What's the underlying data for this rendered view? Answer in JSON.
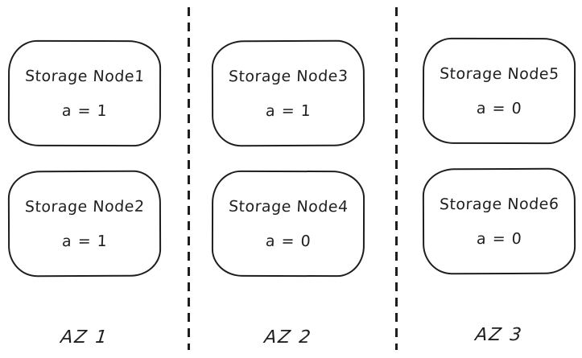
{
  "diagram": {
    "colors": {
      "stroke": "#1e1e1e",
      "background": "#ffffff"
    },
    "zones": [
      {
        "label": "AZ 1",
        "nodes": [
          {
            "title": "Storage Node1",
            "value": "a = 1"
          },
          {
            "title": "Storage Node2",
            "value": "a = 1"
          }
        ]
      },
      {
        "label": "AZ 2",
        "nodes": [
          {
            "title": "Storage Node3",
            "value": "a = 1"
          },
          {
            "title": "Storage Node4",
            "value": "a = 0"
          }
        ]
      },
      {
        "label": "AZ 3",
        "nodes": [
          {
            "title": "Storage Node5",
            "value": "a = 0"
          },
          {
            "title": "Storage Node6",
            "value": "a = 0"
          }
        ]
      }
    ]
  }
}
